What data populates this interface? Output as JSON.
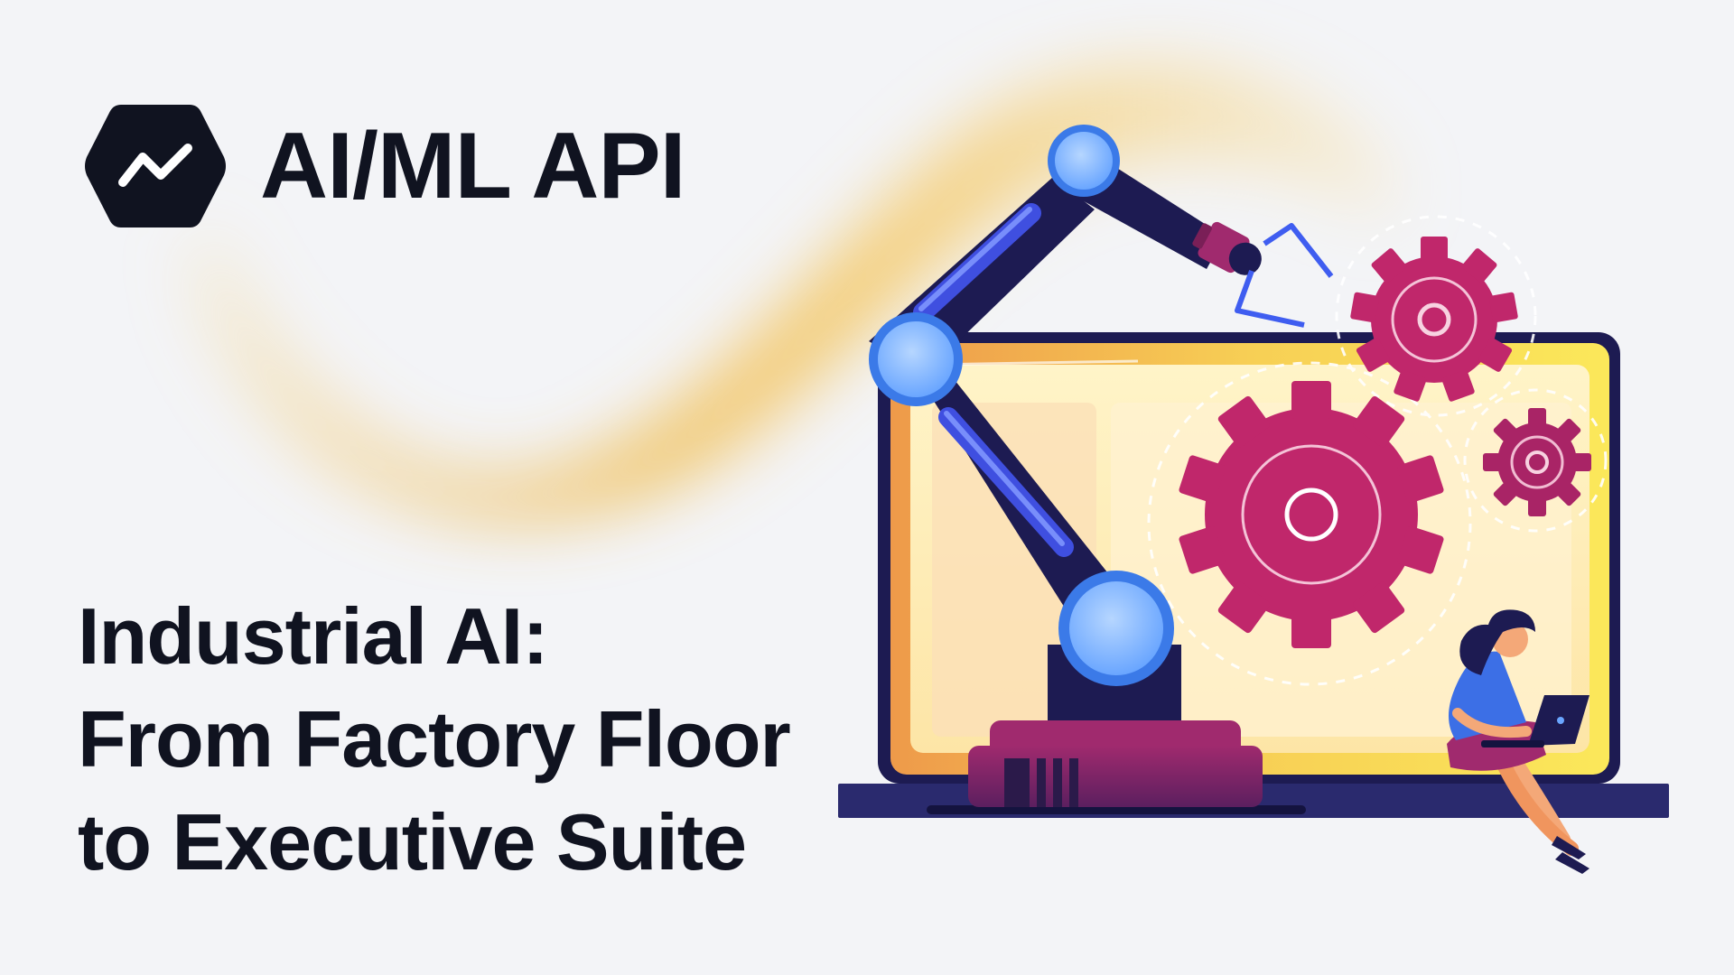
{
  "brand": {
    "name": "AI/ML API"
  },
  "headline": {
    "line1": "Industrial AI:",
    "line2": "From Factory Floor",
    "line3": "to Executive Suite"
  },
  "icons": {
    "logo": "hexagon-chart-icon",
    "illustration": [
      "robot-arm",
      "laptop",
      "gears",
      "person-with-laptop"
    ]
  },
  "colors": {
    "text": "#101320",
    "background": "#f3f4f7",
    "wave": "#f2b840",
    "gear": "#c0276b",
    "robot_navy": "#1d1b52",
    "robot_joint": "#7fb2ff",
    "screen": "#fde9a8"
  }
}
